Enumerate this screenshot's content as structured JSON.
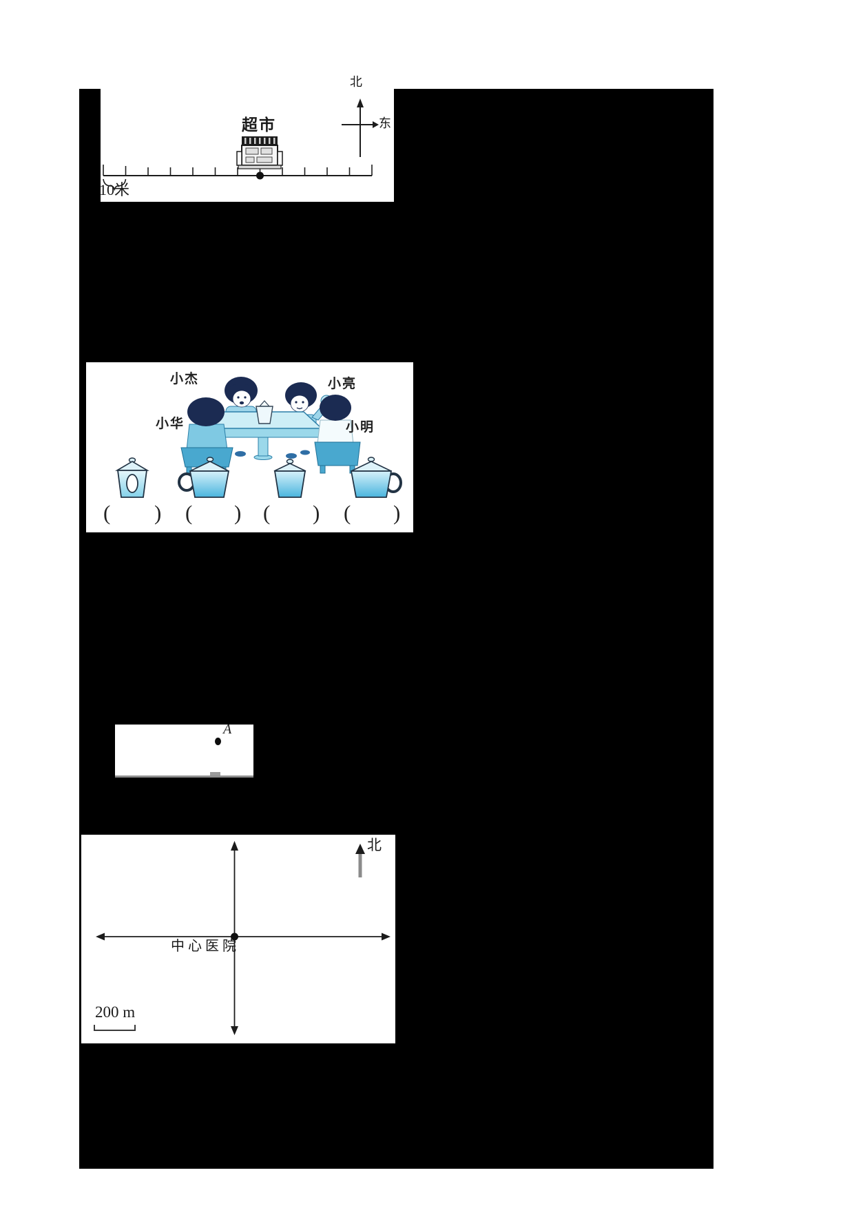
{
  "page": {
    "kind": "scanned worksheet page with redacted text",
    "background": "#ffffff",
    "redaction_color": "#000000"
  },
  "palette": {
    "ink": "#1c1c1c",
    "hair_navy": "#1b2b52",
    "shirt_blue": "#9fd6ea",
    "table_blue": "#cdeef6",
    "table_edge_blue": "#9bd8ea",
    "stool_blue": "#49a8cf",
    "water_blue": "#52b9e0",
    "gray_arrow": "#8b8b8b"
  },
  "supermarket_panel": {
    "store_label": "超市",
    "scale_label": "10米",
    "compass": {
      "north": "北",
      "east": "东"
    },
    "number_line": {
      "tick_count": 13,
      "marked_tick_index": 7,
      "dot_under_store": true
    }
  },
  "cups_panel": {
    "names": {
      "top_left": "小杰",
      "top_right": "小亮",
      "bottom_left": "小华",
      "bottom_right": "小明"
    },
    "cups": [
      {
        "style": "tumbler with lid, white oval mark, no handle"
      },
      {
        "style": "mug with lid, handle on left"
      },
      {
        "style": "tumbler with lid, no handle"
      },
      {
        "style": "mug with lid, handle on right"
      }
    ],
    "paren_open": "(",
    "paren_close": ")",
    "answer_blank_count": 4
  },
  "point_panel": {
    "point_label": "A"
  },
  "hospital_panel": {
    "north": "北",
    "center_label": "中心医院",
    "scale_label": "200 m"
  }
}
